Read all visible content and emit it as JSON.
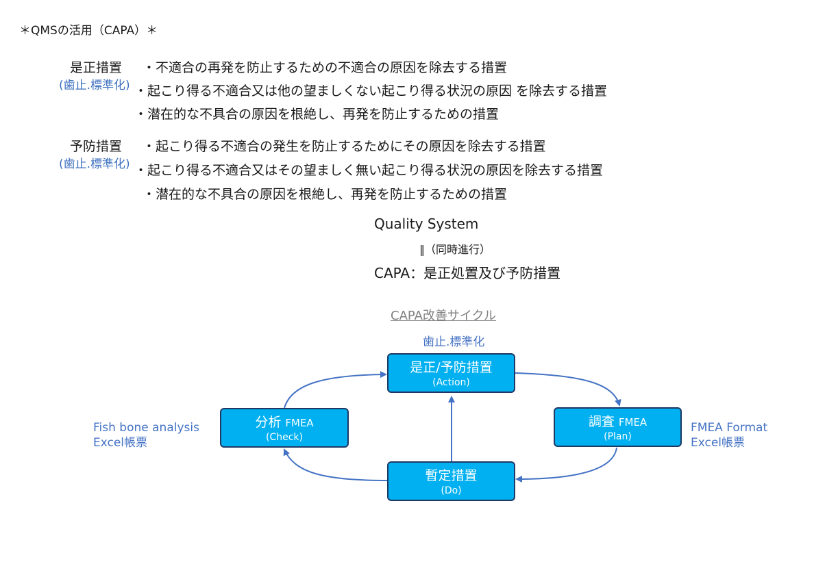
{
  "title": "＊QMSの活用（CAPA）＊",
  "corrective": {
    "term": "是正措置",
    "sub": "(歯止.標準化)",
    "items": [
      "・不適合の再発を防止するための不適合の原因を除去する措置",
      "・起こり得る不適合又は他の望ましくない起こり得る状況の原因 を除去する措置",
      "・潜在的な不具合の原因を根絶し、再発を防止するための措置"
    ]
  },
  "preventive": {
    "term": "予防措置",
    "sub": "(歯止.標準化)",
    "items": [
      "・起こり得る不適合の発生を防止するためにその原因を除去する措置",
      "・起こり得る不適合又はその望ましく無い起こり得る状況の原因を除去する措置",
      "・潜在的な不具合の原因を根絶し、再発を防止するための措置"
    ]
  },
  "relation": {
    "quality_system": "Quality System",
    "equals": "‖（同時進行）",
    "capa": "CAPA：是正処置及び予防措置"
  },
  "cycle": {
    "caption": "CAPA改善サイクル",
    "action_note": "歯止.標準化",
    "action": {
      "label": "是正/予防措置",
      "sub": "(Action)"
    },
    "check": {
      "label": "分析",
      "extra": "FMEA",
      "sub": "(Check)"
    },
    "plan": {
      "label": "調査",
      "extra": "FMEA",
      "sub": "(Plan)"
    },
    "do": {
      "label": "暫定措置",
      "sub": "(Do)"
    },
    "left_note": [
      "Fish bone analysis",
      "Excel帳票"
    ],
    "right_note": [
      "FMEA Format",
      "Excel帳票"
    ]
  },
  "colors": {
    "box_fill": "#00b0f0",
    "box_border": "#1f3864",
    "arrow": "#4472c4",
    "note": "#4472c4"
  }
}
